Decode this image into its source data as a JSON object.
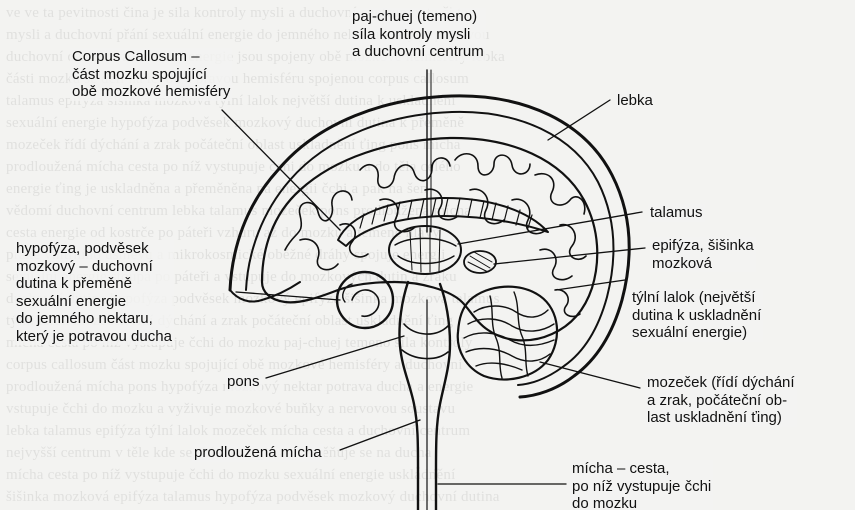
{
  "background_text": [
    "ve ve ta pevitnosti čina je sila kontroly mysli a duchovní centrum v ta či ta",
    "mysli a duchovní přání sexuální energie do jemného nektaru který je potravou",
    "duchovní centrum a sexuální energie jsou spojeny obě mozkové hemisféry lebka",
    "části mozku se dělí na levou a pravou hemisféru spojenou corpus callosum",
    "talamus epifýza šišinka mozková týlní lalok největší dutina k uskladnění",
    "sexuální energie hypofýza podvěsek mozkový duchovní dutina k přeměně",
    "mozeček řídí dýchání a zrak počáteční oblast uskladnění ťing pons mícha",
    "prodloužená mícha cesta po níž vystupuje čchi do mozku a do těla celého",
    "energie ťing je uskladněna a přeměněna na energii čchi a pak na šen",
    "vědomí duchovní centrum lebka talamus mozeček pons prodloužená mícha",
    "cesta energie od kostrče po páteři vzhůru až do mozku a temene hlavy",
    "praxe vnitřního úsměvu a mikrokosmické oběžné dráhy spojuje energii",
    "sexuální energie stoupá po páteři a vstupuje do mozkových dutin a zraku",
    "duchovní dutina hypofýza podvěsek mozkový epifýza šišinka mozková talamus",
    "týlní lalok mozeček řídí dýchání a zrak počáteční oblast uskladnění ťing",
    "mícha cesta po níž vystupuje čchi do mozku paj-chuej temeno sila kontroly",
    "corpus callosum část mozku spojující obě mozkové hemisféry a duchovní",
    "prodloužená mícha pons hypofýza mozkový nektar potrava ducha a energie",
    "vstupuje čchi do mozku a vyživuje mozkové buňky a nervovou soustavu",
    "lebka talamus epifýza týlní lalok mozeček mícha cesta a duchovní centrum",
    "nejvyšší centrum v těle kde se sbírá energie a přeměňuje se na ducha",
    "mícha cesta po níž vystupuje čchi do mozku sexuální energie uskladnění",
    "šišinka mozková epifýza talamus hypofýza podvěsek mozkový duchovní dutina"
  ],
  "labels": {
    "paj_chuej": "paj-chuej (temeno)\nsíla kontroly mysli\na duchovní centrum",
    "corpus_callosum": "Corpus Callosum –\nčást mozku spojující\nobě mozkové hemisféry",
    "lebka": "lebka",
    "talamus": "talamus",
    "epifyza": "epifýza, šišinka\nmozková",
    "tylni_lalok": "týlní lalok (největší\ndutina k uskladnění\nsexuální energie)",
    "hypofyza": "hypofýza, podvěsek\nmozkový – duchovní\ndutina k přeměně\nsexuální energie\ndo jemného nektaru,\nkterý je potravou ducha",
    "pons": "pons",
    "mozecek": "mozeček (řídí dýchání\na zrak, počáteční ob-\nlast uskladnění ťing)",
    "prodlouzena_micha": "prodloužená mícha",
    "micha": "mícha – cesta,\npo níž vystupuje čchi\ndo mozku"
  },
  "colors": {
    "ink": "#111111",
    "paper": "#f3f3f1"
  }
}
